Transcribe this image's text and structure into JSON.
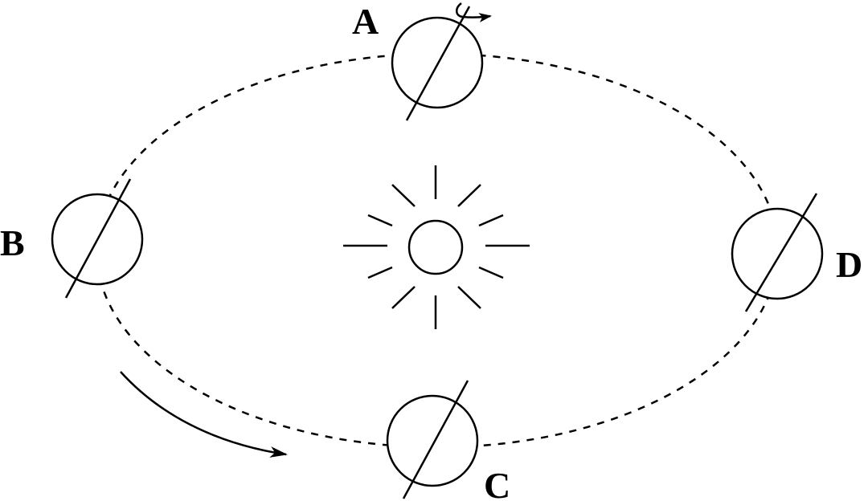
{
  "labels": {
    "a": "A",
    "b": "B",
    "c": "C",
    "d": "D"
  },
  "colors": {
    "line": "#000000",
    "background": "#ffffff"
  },
  "icons": {
    "sun": "sun-icon",
    "rotation": "rotation-arrow-icon",
    "revolution": "revolution-arrow-icon"
  }
}
